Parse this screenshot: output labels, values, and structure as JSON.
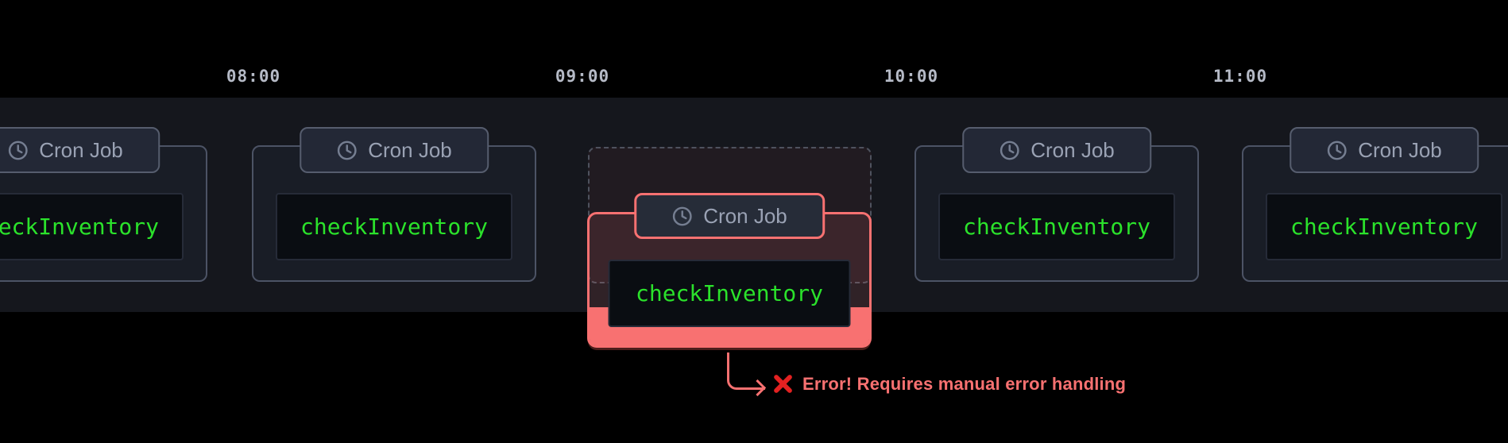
{
  "timeline": {
    "ticks": [
      "08:00",
      "09:00",
      "10:00",
      "11:00"
    ]
  },
  "cron_card": {
    "badge_label": "Cron Job",
    "job_name": "checkInventory"
  },
  "error": {
    "message": "Error! Requires manual error handling"
  },
  "icons": {
    "badge_icon": "clock-icon",
    "error_icon": "cross-mark-icon",
    "connector": "elbow-arrow-right"
  },
  "colors": {
    "background": "#000000",
    "timeline_band": "#15171d",
    "card_border": "#4c5365",
    "badge_background": "#232836",
    "badge_text": "#9aa2b4",
    "code_background": "#0a0d12",
    "job_name_green": "#2be22b",
    "error_red": "#f87171",
    "cross_red": "#e32121",
    "tick_text": "#b5bac6"
  }
}
